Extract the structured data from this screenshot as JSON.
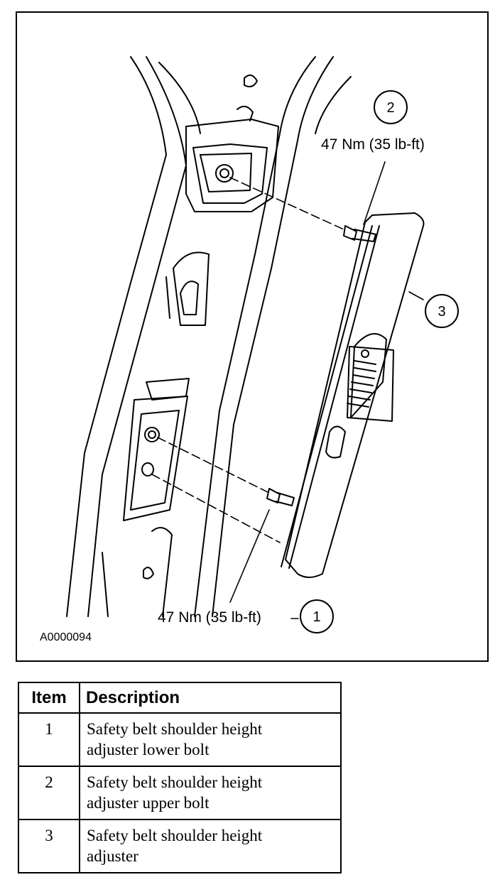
{
  "figure": {
    "figure_id": "A0000094",
    "callouts": [
      {
        "number": "1",
        "torque": "47 Nm (35 lb-ft)"
      },
      {
        "number": "2",
        "torque": "47 Nm (35 lb-ft)"
      },
      {
        "number": "3",
        "torque": ""
      }
    ]
  },
  "legend": {
    "headers": {
      "item": "Item",
      "description": "Description"
    },
    "rows": [
      {
        "item": "1",
        "description_line1": "Safety belt shoulder height",
        "description_line2": "adjuster lower bolt"
      },
      {
        "item": "2",
        "description_line1": "Safety belt shoulder height",
        "description_line2": "adjuster upper bolt"
      },
      {
        "item": "3",
        "description_line1": "Safety belt shoulder height",
        "description_line2": "adjuster"
      }
    ]
  }
}
